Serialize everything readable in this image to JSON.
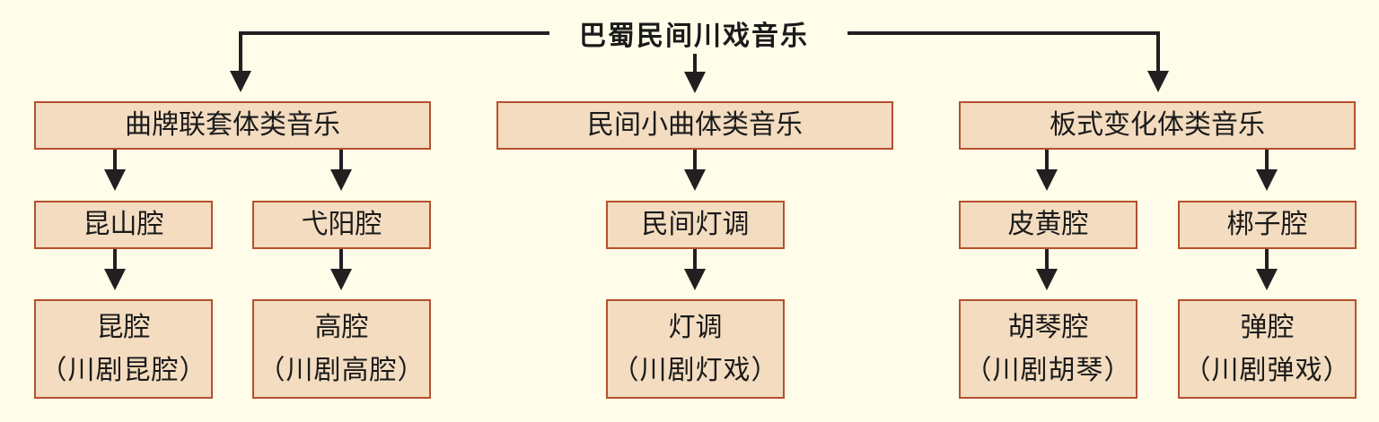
{
  "title": "巴蜀民间川戏音乐",
  "categories": [
    {
      "label": "曲牌联套体类音乐"
    },
    {
      "label": "民间小曲体类音乐"
    },
    {
      "label": "板式变化体类音乐"
    }
  ],
  "styles": [
    {
      "label": "昆山腔"
    },
    {
      "label": "弋阳腔"
    },
    {
      "label": "民间灯调"
    },
    {
      "label": "皮黄腔"
    },
    {
      "label": "梆子腔"
    }
  ],
  "results": [
    {
      "line1": "昆腔",
      "line2": "（川剧昆腔）"
    },
    {
      "line1": "高腔",
      "line2": "（川剧高腔）"
    },
    {
      "line1": "灯调",
      "line2": "（川剧灯戏）"
    },
    {
      "line1": "胡琴腔",
      "line2": "（川剧胡琴）"
    },
    {
      "line1": "弹腔",
      "line2": "（川剧弹戏）"
    }
  ],
  "colors": {
    "background": "#fffdea",
    "box_fill": "#f3dcc0",
    "box_border": "#b5502d",
    "arrow": "#231f20"
  }
}
